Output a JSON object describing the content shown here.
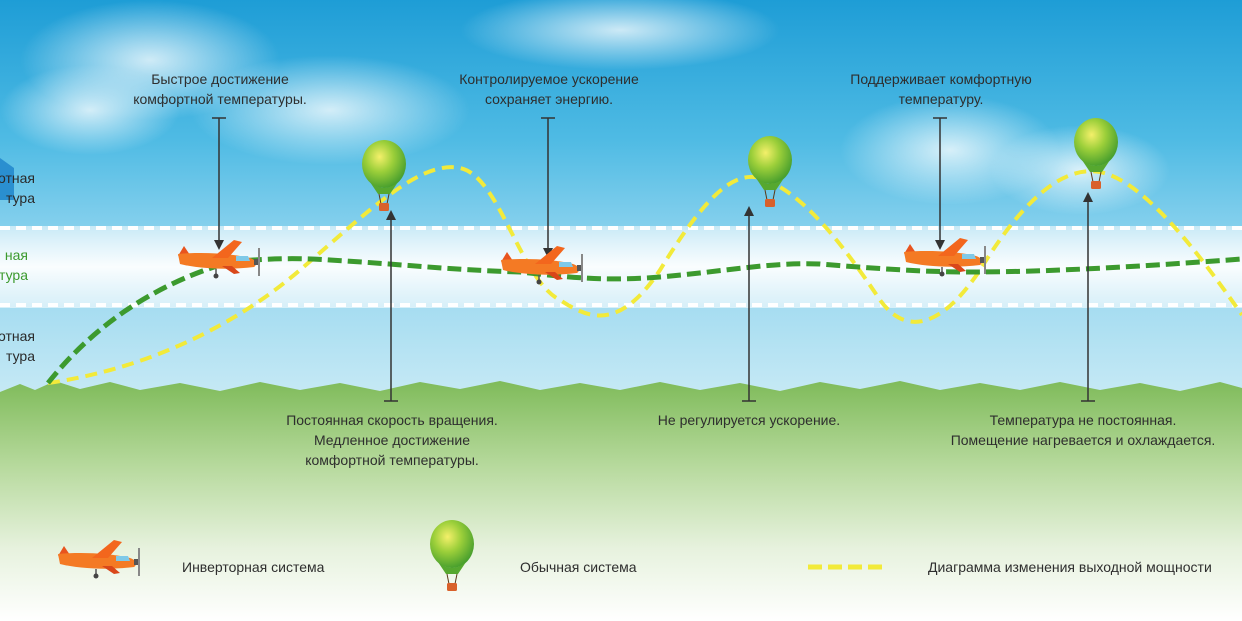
{
  "side_labels": {
    "top": [
      "отная",
      "тура"
    ],
    "middle": [
      "ная",
      "тура"
    ],
    "bottom": [
      "отная",
      "тура"
    ]
  },
  "annotations": {
    "fast_reach": [
      "Быстрое достижение",
      "комфортной температуры."
    ],
    "controlled_accel": [
      "Контролируемое ускорение",
      "сохраняет энергию."
    ],
    "maintains": [
      "Поддерживает комфортную",
      "температуру."
    ],
    "constant_speed": [
      "Постоянная скорость вращения.",
      "Медленное достижение",
      "комфортной температуры."
    ],
    "no_accel": [
      "Не регулируется ускорение."
    ],
    "temp_not_constant": [
      "Температура не постоянная.",
      "Помещение нагревается и охлаждается."
    ]
  },
  "legend": {
    "inverter": "Инверторная система",
    "conventional": "Обычная система",
    "power": "Диаграмма изменения выходной мощности"
  },
  "colors": {
    "inverter_line": "#3c9a2e",
    "conventional_line": "#f2ea3a",
    "sky_top": "#1fa0d8",
    "grass": "#8cc26a"
  },
  "icons": {
    "inverter": "airplane-icon",
    "conventional": "hot-air-balloon-icon"
  }
}
